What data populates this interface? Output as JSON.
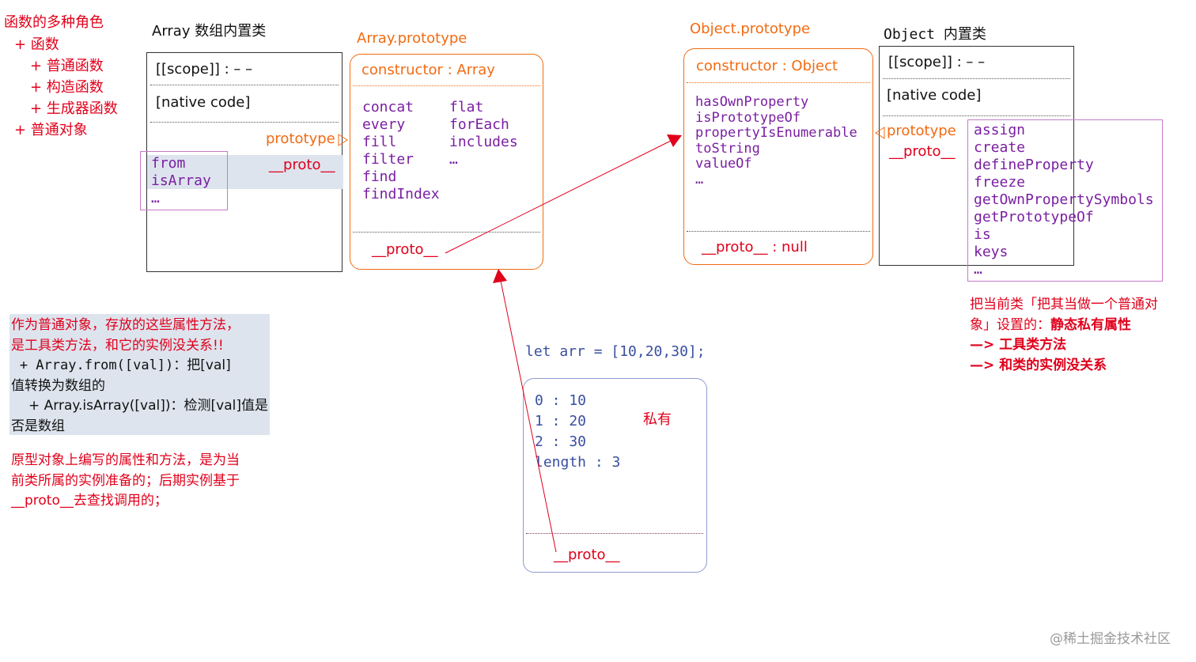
{
  "roles": {
    "title": "函数的多种角色",
    "items": [
      "+ 函数",
      "+ 普通函数",
      "+ 构造函数",
      "+ 生成器函数",
      "+ 普通对象"
    ]
  },
  "array_class": {
    "title": "Array 数组内置类",
    "scope": "[[scope]] : – –",
    "native": "[native code]",
    "prototype_label": "prototype",
    "proto_label": "__proto__",
    "statics": [
      "from",
      "isArray",
      "…"
    ]
  },
  "array_prototype": {
    "title": "Array.prototype",
    "constructor": "constructor : Array",
    "methods_col1": [
      "concat",
      "every",
      "fill",
      "filter",
      "find",
      "findIndex"
    ],
    "methods_col2": [
      "flat",
      "forEach",
      "includes",
      "…"
    ],
    "proto_label": "__proto__"
  },
  "object_prototype": {
    "title": "Object.prototype",
    "constructor": "constructor : Object",
    "methods": [
      "hasOwnProperty",
      "isPrototypeOf",
      "propertyIsEnumerable",
      "toString",
      "valueOf",
      "…"
    ],
    "proto_label": "__proto__ : null"
  },
  "object_class": {
    "title": "Object 内置类",
    "scope": "[[scope]] : – –",
    "native": "[native code]",
    "prototype_label": "prototype",
    "proto_label": "__proto__",
    "statics": [
      "assign",
      "create",
      "defineProperty",
      "freeze",
      "getOwnPropertySymbols",
      "getPrototypeOf",
      "is",
      "keys",
      "…"
    ]
  },
  "instance": {
    "code": "let arr = [10,20,30];",
    "entries": [
      "0 : 10",
      "1 : 20",
      "2 : 30",
      "length : 3"
    ],
    "private_label": "私有",
    "proto_label": "__proto__"
  },
  "note_left": {
    "line1": "作为普通对象，存放的这些属性方法，",
    "line2": "是工具类方法，和它的实例没关系!!",
    "line3a_code": "+ Array.from([val])",
    "line3b": "：把[val]",
    "line4": "值转换为数组的",
    "line5": "+ Array.isArray([val])：检测[val]值是",
    "line6": "否是数组"
  },
  "note_left2": {
    "line1": "原型对象上编写的属性和方法，是为当",
    "line2": "前类所属的实例准备的；后期实例基于",
    "line3": "__proto__去查找调用的；"
  },
  "note_right": {
    "line1": "把当前类「把其当做一个普通对",
    "line2a": "象」设置的：",
    "line2b": "静态私有属性",
    "line3": "—> 工具类方法",
    "line4": "—> 和类的实例没关系"
  },
  "watermark": "@稀土掘金技术社区",
  "colors": {
    "red": "#e0001b",
    "orange": "#f26b12",
    "purple": "#7a1fa2",
    "blue": "#3a4fa0",
    "note_bg": "#dde4ee"
  }
}
